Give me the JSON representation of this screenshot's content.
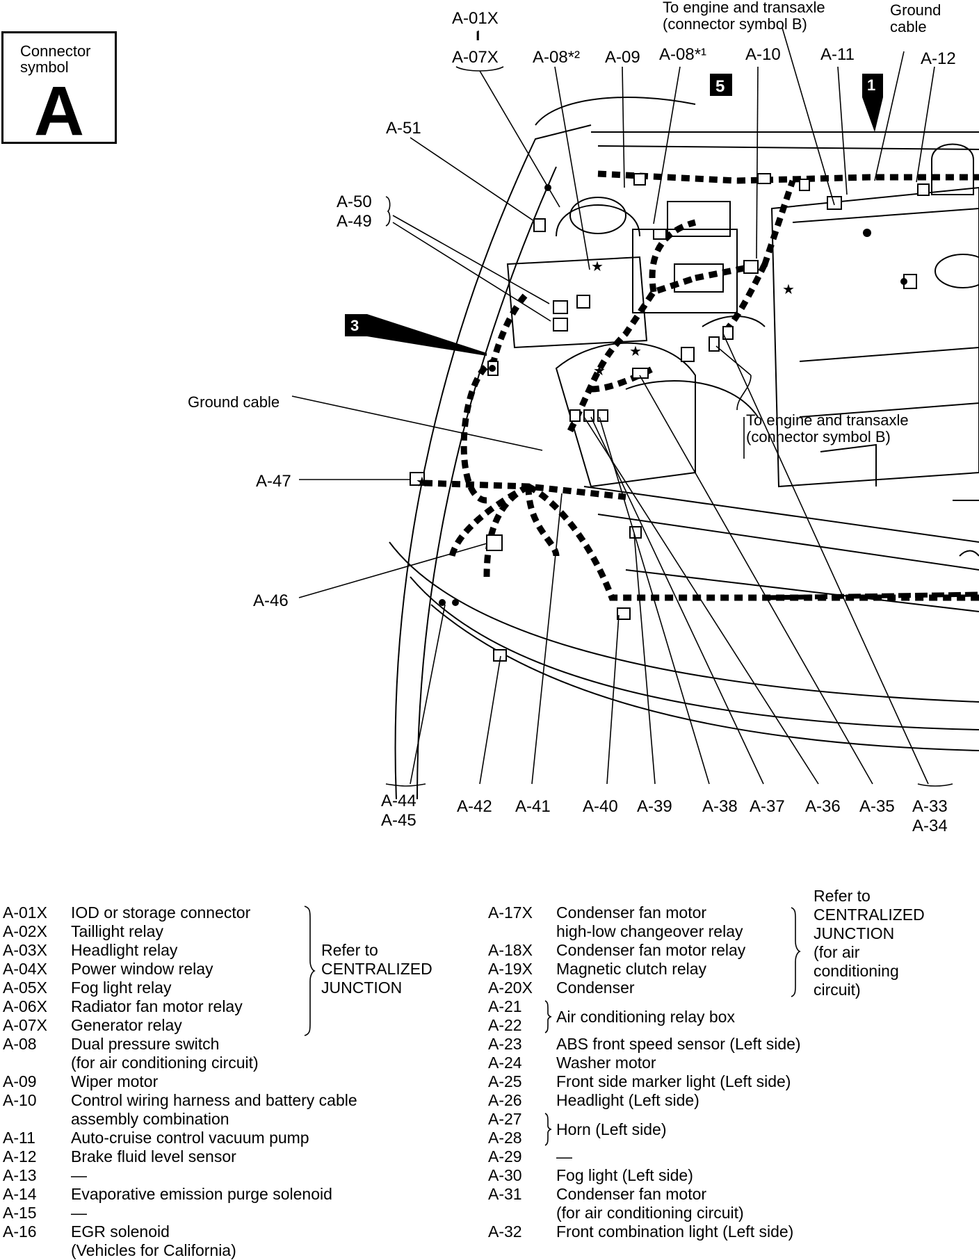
{
  "connector_box": {
    "caption": "Connector symbol",
    "symbol": "A"
  },
  "labels": {
    "a01x": "A-01X",
    "dash": "I",
    "a07x": "A-07X",
    "a08s2": "A-08*²",
    "a09": "A-09",
    "a08s1": "A-08*¹",
    "a10": "A-10",
    "a11": "A-11",
    "a12": "A-12",
    "a51": "A-51",
    "a50": "A-50",
    "a49": "A-49",
    "a47": "A-47",
    "a46": "A-46",
    "a44": "A-44",
    "a45": "A-45",
    "a42": "A-42",
    "a41": "A-41",
    "a40": "A-40",
    "a39": "A-39",
    "a38": "A-38",
    "a37": "A-37",
    "a36": "A-36",
    "a35": "A-35",
    "a33": "A-33",
    "a34": "A-34",
    "to_engine_top_1": "To engine and transaxle",
    "to_engine_top_2": "(connector symbol B)",
    "to_engine_mid_1": "To engine and transaxle",
    "to_engine_mid_2": "(connector symbol B)",
    "ground_top_1": "Ground",
    "ground_top_2": "cable",
    "ground_mid": "Ground cable",
    "callout_5": "5",
    "callout_1": "1",
    "callout_3": "3"
  },
  "legend_left": [
    {
      "code": "A-01X",
      "desc": "IOD or storage connector"
    },
    {
      "code": "A-02X",
      "desc": "Taillight relay"
    },
    {
      "code": "A-03X",
      "desc": "Headlight relay"
    },
    {
      "code": "A-04X",
      "desc": "Power window relay"
    },
    {
      "code": "A-05X",
      "desc": "Fog light relay"
    },
    {
      "code": "A-06X",
      "desc": "Radiator fan motor relay"
    },
    {
      "code": "A-07X",
      "desc": "Generator relay"
    },
    {
      "code": "A-08",
      "desc": "Dual pressure switch"
    },
    {
      "code": "",
      "desc": "(for air conditioning circuit)"
    },
    {
      "code": "A-09",
      "desc": "Wiper motor"
    },
    {
      "code": "A-10",
      "desc": "Control wiring harness and battery cable"
    },
    {
      "code": "",
      "desc": "assembly combination"
    },
    {
      "code": "A-11",
      "desc": "Auto-cruise control vacuum pump"
    },
    {
      "code": "A-12",
      "desc": "Brake fluid level sensor"
    },
    {
      "code": "A-13",
      "desc": "—"
    },
    {
      "code": "A-14",
      "desc": "Evaporative emission purge solenoid"
    },
    {
      "code": "A-15",
      "desc": "—"
    },
    {
      "code": "A-16",
      "desc": "EGR solenoid"
    },
    {
      "code": "",
      "desc": "(Vehicles for California)"
    }
  ],
  "legend_left_note": [
    "Refer to",
    "CENTRALIZED",
    "JUNCTION"
  ],
  "legend_right": [
    {
      "code": "A-17X",
      "desc": "Condenser fan motor"
    },
    {
      "code": "",
      "desc": "high-low changeover relay"
    },
    {
      "code": "A-18X",
      "desc": "Condenser fan motor relay"
    },
    {
      "code": "A-19X",
      "desc": "Magnetic clutch relay"
    },
    {
      "code": "A-20X",
      "desc": "Condenser"
    },
    {
      "code": "A-21",
      "desc": ""
    },
    {
      "code": "A-22",
      "desc": ""
    },
    {
      "code": "A-23",
      "desc": "ABS front speed sensor (Left side)"
    },
    {
      "code": "A-24",
      "desc": "Washer motor"
    },
    {
      "code": "A-25",
      "desc": "Front side marker light (Left side)"
    },
    {
      "code": "A-26",
      "desc": "Headlight (Left side)"
    },
    {
      "code": "A-27",
      "desc": ""
    },
    {
      "code": "A-28",
      "desc": ""
    },
    {
      "code": "A-29",
      "desc": "—"
    },
    {
      "code": "A-30",
      "desc": "Fog light (Left side)"
    },
    {
      "code": "A-31",
      "desc": "Condenser fan motor"
    },
    {
      "code": "",
      "desc": "(for air conditioning circuit)"
    },
    {
      "code": "A-32",
      "desc": "Front combination light (Left side)"
    }
  ],
  "legend_right_note": [
    "Refer to",
    "CENTRALIZED",
    "JUNCTION",
    "(for air",
    "conditioning",
    "circuit)"
  ],
  "group_relay_box": "Air conditioning relay box",
  "group_horn": "Horn (Left side)"
}
